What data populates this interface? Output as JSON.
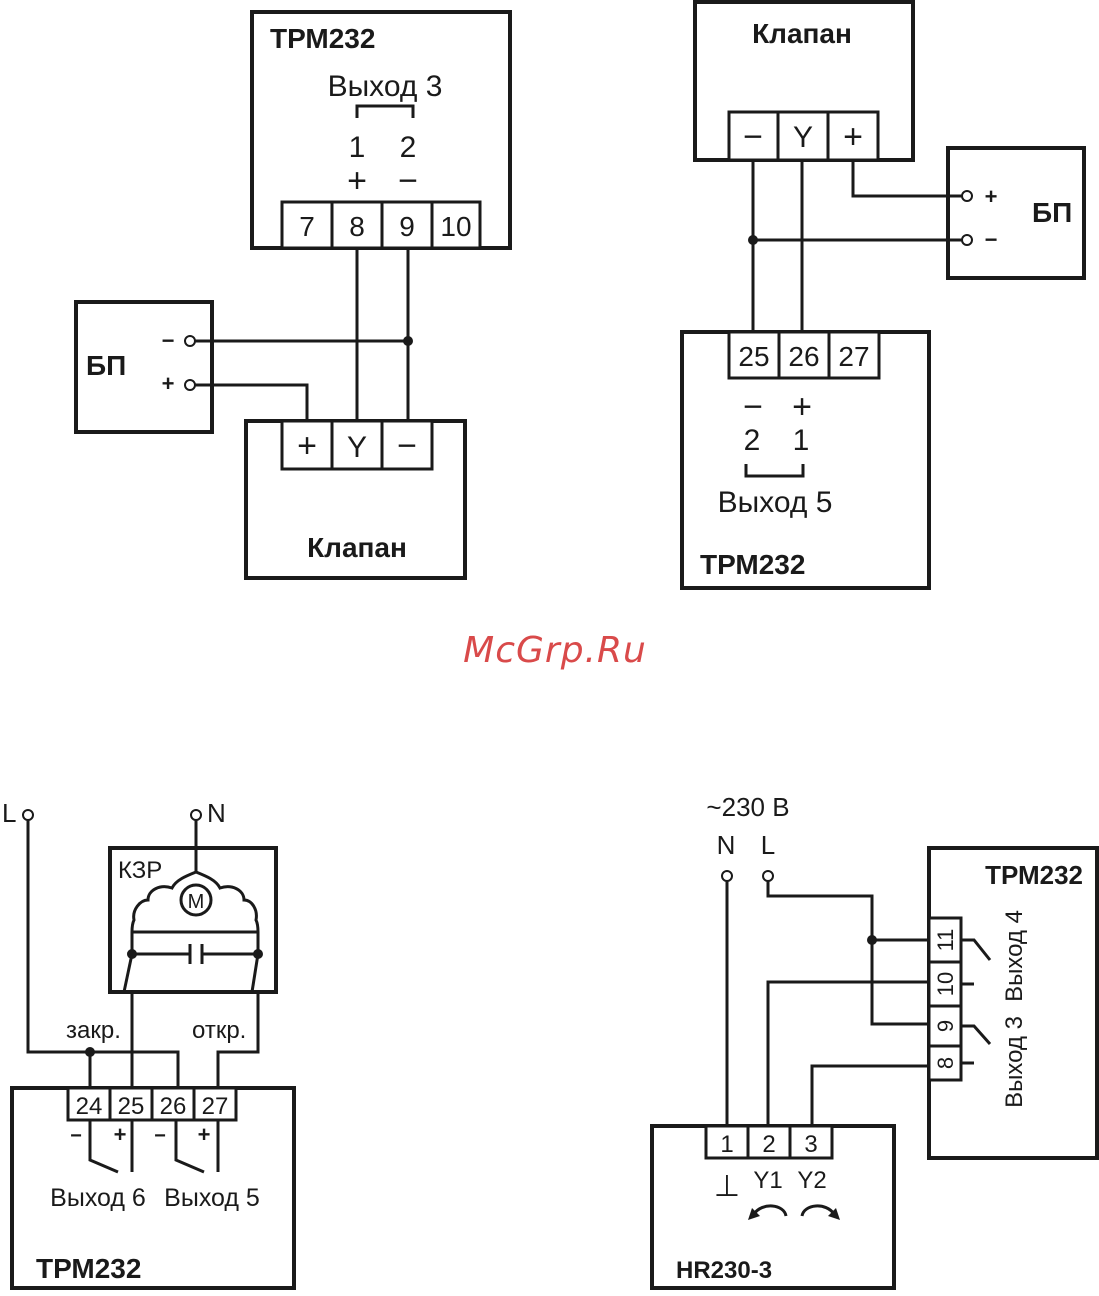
{
  "watermark": "McGrp.Ru",
  "diagram1": {
    "trm_title": "ТРМ232",
    "output_label": "Выход 3",
    "pin_numbers": [
      "1",
      "2"
    ],
    "pin_signs": [
      "+",
      "−"
    ],
    "terminals": [
      "7",
      "8",
      "9",
      "10"
    ],
    "psu_title": "БП",
    "psu_terminals": [
      "−",
      "+"
    ],
    "valve_title": "Клапан",
    "valve_terminals": [
      "+",
      "Y",
      "−"
    ]
  },
  "diagram2": {
    "valve_title": "Клапан",
    "valve_terminals": [
      "−",
      "Y",
      "+"
    ],
    "psu_title": "БП",
    "psu_terminals": [
      "+",
      "−"
    ],
    "terminals": [
      "25",
      "26",
      "27"
    ],
    "pin_signs": [
      "−",
      "+"
    ],
    "pin_numbers": [
      "2",
      "1"
    ],
    "output_label": "Выход 5",
    "trm_title": "ТРМ232"
  },
  "diagram3": {
    "line_l": "L",
    "line_n": "N",
    "kzr_label": "КЗР",
    "motor_label": "М",
    "close_label": "закр.",
    "open_label": "откр.",
    "terminals": [
      "24",
      "25",
      "26",
      "27"
    ],
    "signs": [
      "−",
      "+",
      "−",
      "+"
    ],
    "out6_label": "Выход 6",
    "out5_label": "Выход 5",
    "trm_title": "ТРМ232"
  },
  "diagram4": {
    "voltage_label": "~230 В",
    "line_n": "N",
    "line_l": "L",
    "trm_title": "ТРМ232",
    "trm_terminals": [
      "11",
      "10",
      "9",
      "8"
    ],
    "out4_label": "Выход 4",
    "out3_label": "Выход 3",
    "hr_terminals": [
      "1",
      "2",
      "3"
    ],
    "ground_symbol": "⊥",
    "y1_label": "Y1",
    "y2_label": "Y2",
    "hr_title": "HR230-3"
  }
}
